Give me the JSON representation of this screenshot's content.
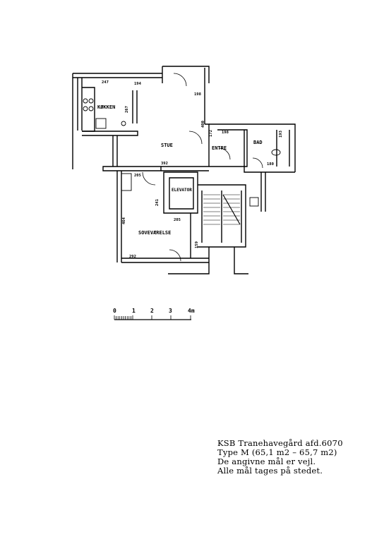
{
  "rooms": {
    "kitchen": "KØKKEN",
    "living": "STUE",
    "entry": "ENTRE",
    "bath": "BAD",
    "elevator": "ELEVATOR",
    "bedroom": "SOVEVÆRELSE"
  },
  "dimensions": [
    "247",
    "194",
    "198",
    "267",
    "400",
    "172",
    "198",
    "193",
    "392",
    "180",
    "205",
    "241",
    "205",
    "464",
    "159",
    "292"
  ],
  "scale_bar": {
    "labels": [
      "0",
      "1",
      "2",
      "3",
      "4m"
    ]
  },
  "caption": {
    "line1": "KSB Tranehavegård afd.6070",
    "line2": "Type M (65,1 m2 – 65,7 m2)",
    "line3": "De angivne mål er vejl.",
    "line4": "Alle mål tages på stedet."
  }
}
